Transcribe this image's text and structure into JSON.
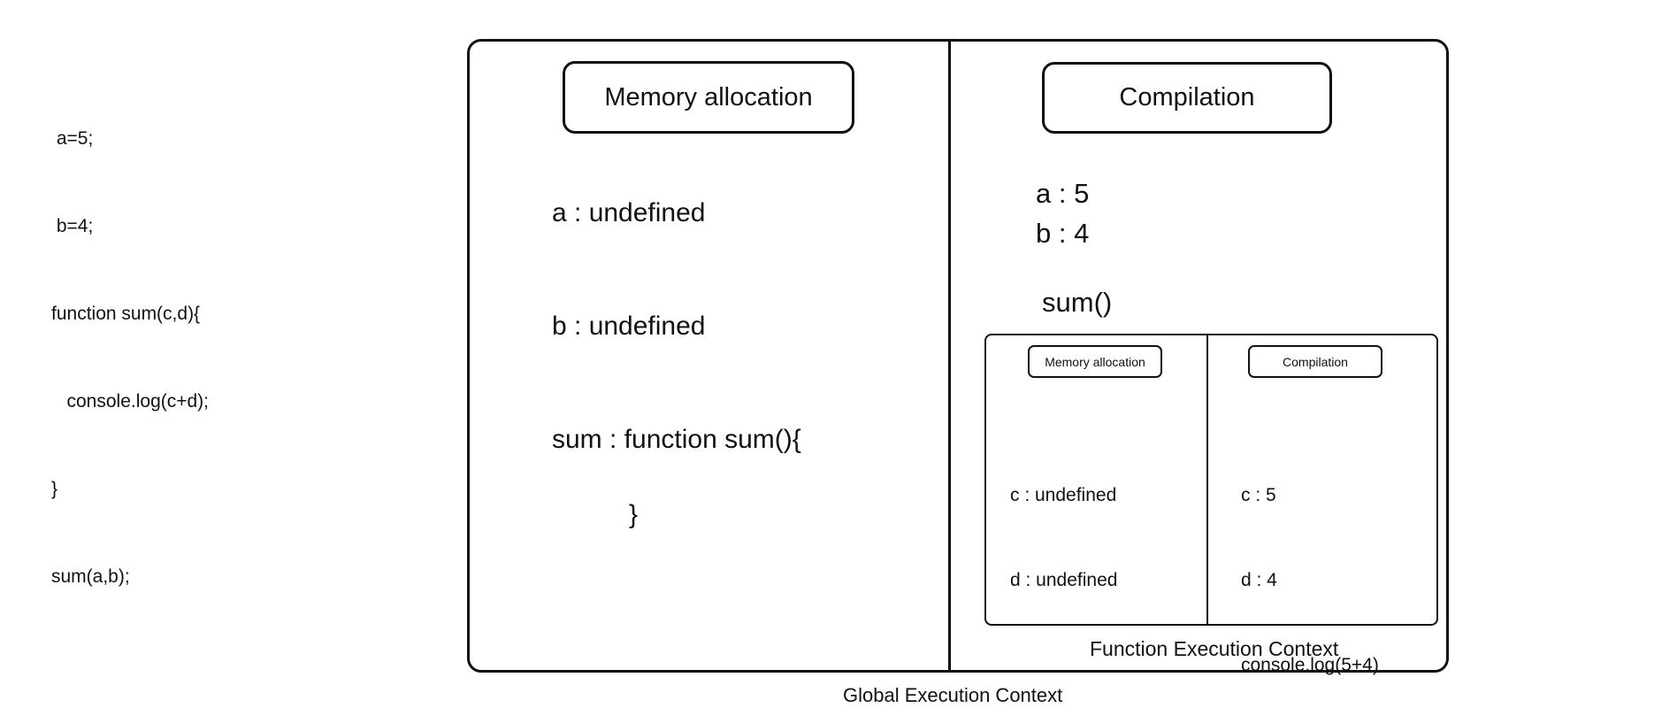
{
  "code": {
    "lines": [
      " a=5;",
      " b=4;",
      "function sum(c,d){",
      "   console.log(c+d);",
      "}",
      "sum(a,b);"
    ]
  },
  "global_context": {
    "caption": "Global Execution Context",
    "memory": {
      "title": "Memory allocation",
      "entries": [
        "a : undefined",
        "b : undefined",
        "sum : function sum(){",
        "}"
      ]
    },
    "compilation": {
      "title": "Compilation",
      "entries": [
        "a : 5",
        "b : 4",
        "sum()"
      ]
    }
  },
  "function_context": {
    "caption": "Function Execution Context",
    "memory": {
      "title": "Memory allocation",
      "entries": [
        "c : undefined",
        "d : undefined"
      ]
    },
    "compilation": {
      "title": "Compilation",
      "entries": [
        "c : 5",
        "d : 4",
        "console.log(5+4)"
      ]
    }
  }
}
